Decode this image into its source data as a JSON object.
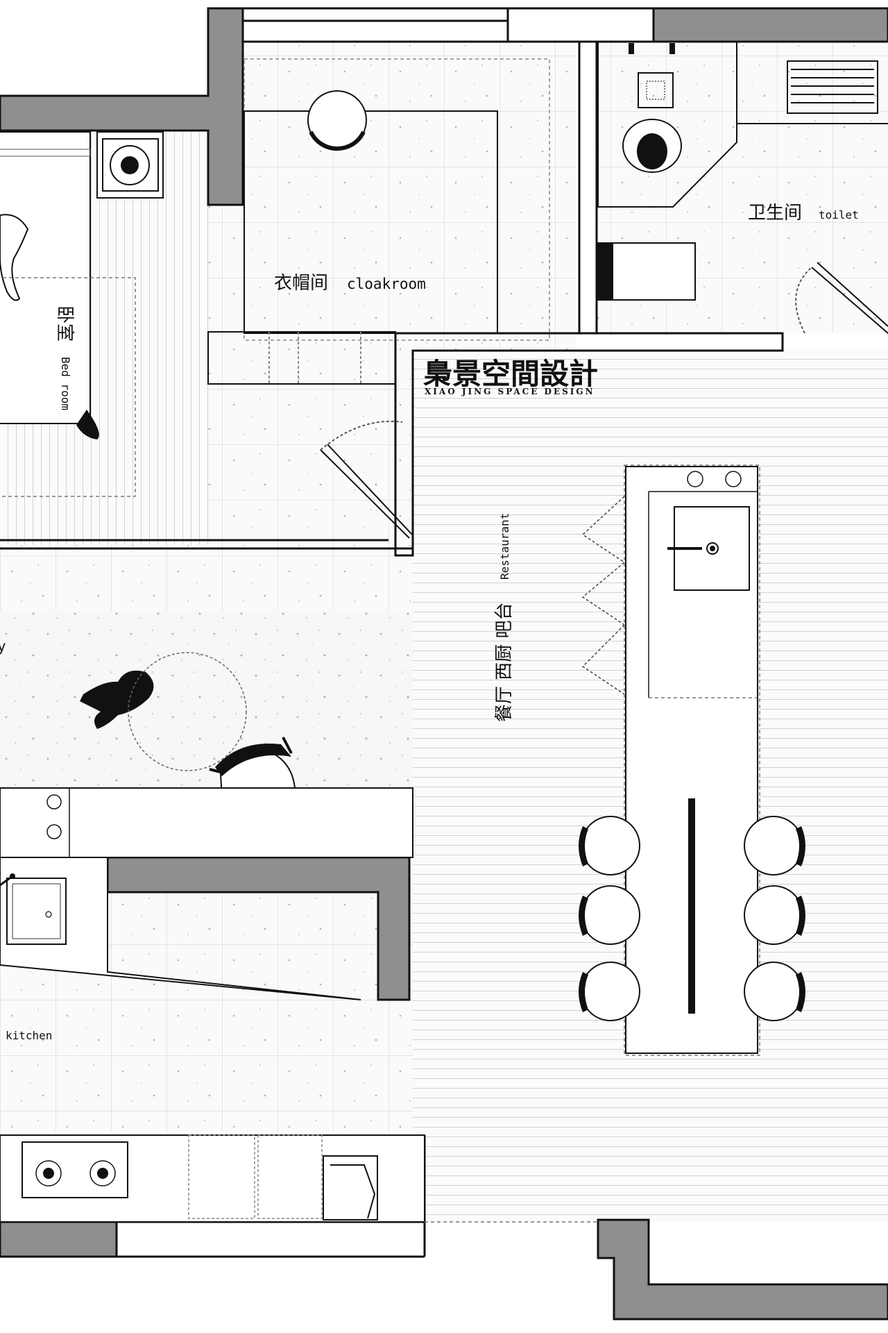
{
  "brand": {
    "name_cn": "梟景空間設計",
    "name_en": "XIAO JING SPACE DESIGN"
  },
  "rooms": {
    "bedroom": {
      "cn": "卧室",
      "en": "Bed room"
    },
    "cloakroom": {
      "cn": "衣帽间",
      "en": "cloakroom"
    },
    "toilet": {
      "cn": "卫生间",
      "en": "toilet"
    },
    "restaurant": {
      "cn": "餐厅 西厨 吧台",
      "en": "Restaurant"
    },
    "kitchen": {
      "en": "kitchen"
    },
    "cut_label": {
      "en": "y"
    }
  },
  "colors": {
    "wall_fill": "#8f8f8f",
    "line": "#111111",
    "floor_grid": "#c8c8c8",
    "dash": "#777777"
  },
  "icons": [
    "bed-icon",
    "stove-icon",
    "toilet-seat-icon",
    "person-icon",
    "sink-icon",
    "chair-icon",
    "dog-icon",
    "door-swing-icon"
  ]
}
